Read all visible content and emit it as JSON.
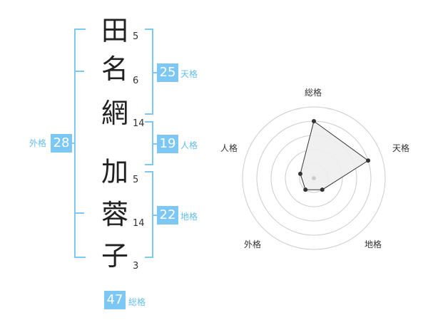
{
  "name_chars": [
    {
      "char": "田",
      "strokes": "5"
    },
    {
      "char": "名",
      "strokes": "6"
    },
    {
      "char": "網",
      "strokes": "14"
    },
    {
      "char": "加",
      "strokes": "5"
    },
    {
      "char": "蓉",
      "strokes": "14"
    },
    {
      "char": "子",
      "strokes": "3"
    }
  ],
  "fortunes": {
    "tenkaku": {
      "label": "天格",
      "value": "25"
    },
    "jinkaku": {
      "label": "人格",
      "value": "19"
    },
    "chikaku": {
      "label": "地格",
      "value": "22"
    },
    "gaikaku": {
      "label": "外格",
      "value": "28"
    },
    "soukaku": {
      "label": "総格",
      "value": "47"
    }
  },
  "radar": {
    "axes": [
      "総格",
      "天格",
      "地格",
      "外格",
      "人格"
    ],
    "values": [
      4,
      4,
      1,
      1,
      1
    ],
    "max": 5,
    "colors": {
      "fill": "#eeeeee",
      "line": "#333333",
      "grid": "#cccccc",
      "dot": "#333333",
      "center": "#cccccc"
    }
  },
  "colors": {
    "accent": "#7dc7f5"
  }
}
